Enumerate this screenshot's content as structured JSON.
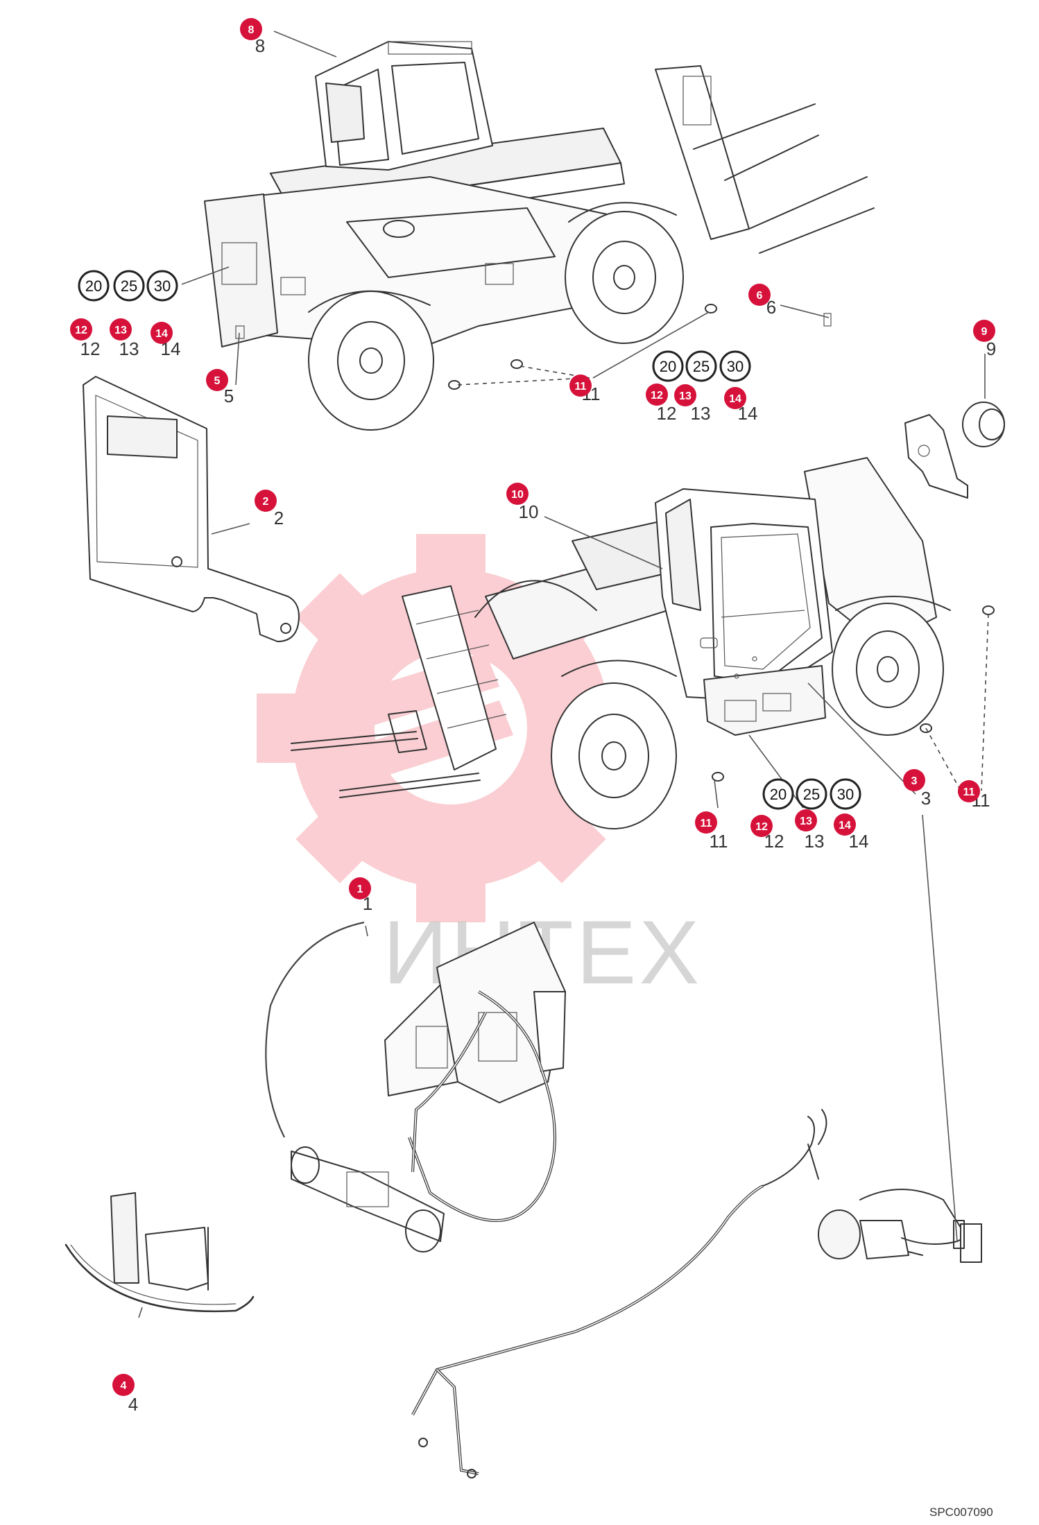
{
  "diagram": {
    "reference_code": "SPC007090",
    "watermark_text": "ИНТЕХ",
    "colors": {
      "badge": "#d6113a",
      "watermark_gear": "#f6a7ae",
      "line": "#333333"
    },
    "badges": [
      {
        "id": "b8",
        "label": "8",
        "part": "8"
      },
      {
        "id": "b6",
        "label": "6",
        "part": "6"
      },
      {
        "id": "b9",
        "label": "9",
        "part": "9"
      },
      {
        "id": "b12a",
        "label": "12",
        "part": "12"
      },
      {
        "id": "b13a",
        "label": "13",
        "part": "13"
      },
      {
        "id": "b14a",
        "label": "14",
        "part": "14"
      },
      {
        "id": "b5",
        "label": "5",
        "part": "5"
      },
      {
        "id": "b11a",
        "label": "11",
        "part": "11"
      },
      {
        "id": "b12b",
        "label": "12",
        "part": "12"
      },
      {
        "id": "b13b",
        "label": "13",
        "part": "13"
      },
      {
        "id": "b14b",
        "label": "14",
        "part": "14"
      },
      {
        "id": "b2",
        "label": "2",
        "part": "2"
      },
      {
        "id": "b10",
        "label": "10",
        "part": "10"
      },
      {
        "id": "b3",
        "label": "3",
        "part": "3"
      },
      {
        "id": "b11b",
        "label": "11",
        "part": "11"
      },
      {
        "id": "b11c",
        "label": "11",
        "part": "11"
      },
      {
        "id": "b12c",
        "label": "12",
        "part": "12"
      },
      {
        "id": "b13c",
        "label": "13",
        "part": "13"
      },
      {
        "id": "b14c",
        "label": "14",
        "part": "14"
      },
      {
        "id": "b1",
        "label": "1",
        "part": "1"
      },
      {
        "id": "b4",
        "label": "4",
        "part": "4"
      }
    ],
    "part_numbers": [
      {
        "id": "n8",
        "text": "8"
      },
      {
        "id": "n6",
        "text": "6"
      },
      {
        "id": "n9",
        "text": "9"
      },
      {
        "id": "n12a",
        "text": "12"
      },
      {
        "id": "n13a",
        "text": "13"
      },
      {
        "id": "n14a",
        "text": "14"
      },
      {
        "id": "n5",
        "text": "5"
      },
      {
        "id": "n11a",
        "text": "11"
      },
      {
        "id": "n12b",
        "text": "12"
      },
      {
        "id": "n13b",
        "text": "13"
      },
      {
        "id": "n14b",
        "text": "14"
      },
      {
        "id": "n2",
        "text": "2"
      },
      {
        "id": "n10",
        "text": "10"
      },
      {
        "id": "n3",
        "text": "3"
      },
      {
        "id": "n11b",
        "text": "11"
      },
      {
        "id": "n11c",
        "text": "11"
      },
      {
        "id": "n12c",
        "text": "12"
      },
      {
        "id": "n13c",
        "text": "13"
      },
      {
        "id": "n14c",
        "text": "14"
      },
      {
        "id": "n1",
        "text": "1"
      },
      {
        "id": "n4",
        "text": "4"
      }
    ],
    "quantity_groups": [
      {
        "id": "qa",
        "values": [
          "20",
          "25",
          "30"
        ]
      },
      {
        "id": "qb",
        "values": [
          "20",
          "25",
          "30"
        ]
      },
      {
        "id": "qc",
        "values": [
          "20",
          "25",
          "30"
        ]
      }
    ]
  }
}
